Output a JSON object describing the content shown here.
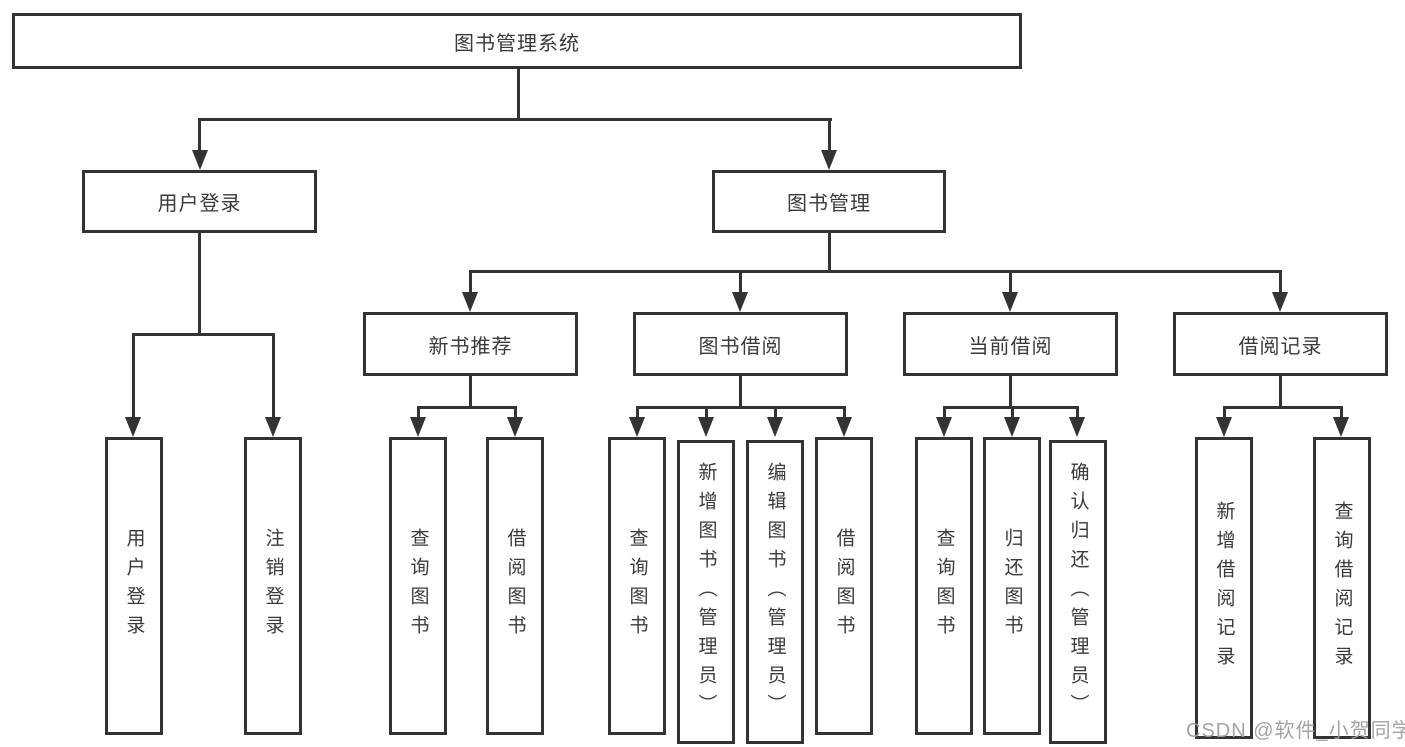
{
  "tree": {
    "root": "图书管理系统",
    "branches": [
      {
        "label": "用户登录",
        "children": [
          "用户登录",
          "注销登录"
        ]
      },
      {
        "label": "图书管理",
        "sections": [
          {
            "label": "新书推荐",
            "children": [
              "查询图书",
              "借阅图书"
            ]
          },
          {
            "label": "图书借阅",
            "children": [
              "查询图书",
              "新增图书（管理员）",
              "编辑图书（管理员）",
              "借阅图书"
            ]
          },
          {
            "label": "当前借阅",
            "children": [
              "查询图书",
              "归还图书",
              "确认归还（管理员）"
            ]
          },
          {
            "label": "借阅记录",
            "children": [
              "新增借阅记录",
              "查询借阅记录"
            ]
          }
        ]
      }
    ]
  },
  "colors": {
    "line": "#333333",
    "text": "#3a3a3a",
    "watermark": "#9e9e9e",
    "background": "#ffffff"
  },
  "watermark": "CSDN @软件_小贺同学"
}
